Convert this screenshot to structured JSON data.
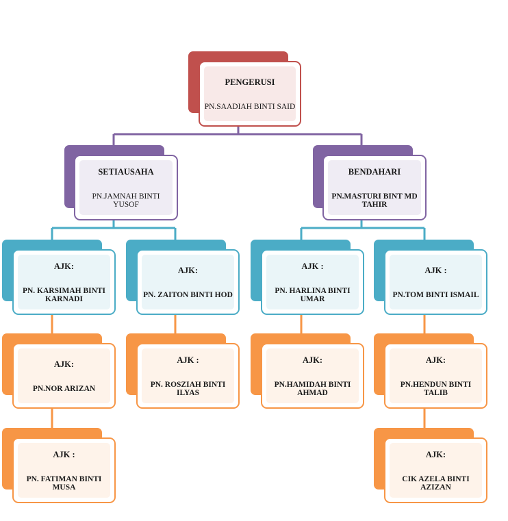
{
  "chair": {
    "role": "PENGERUSI",
    "person": "PN.SAADIAH BINTI SAID"
  },
  "secretary": {
    "role": "SETIAUSAHA",
    "person": "PN.JAMNAH BINTI YUSOF"
  },
  "treasurer": {
    "role": "BENDAHARI",
    "person": "PN.MASTURI BINT MD TAHIR"
  },
  "committee": [
    {
      "role": "AJK:",
      "person": "PN. KARSIMAH BINTI KARNADI"
    },
    {
      "role": "AJK:",
      "person": "PN. ZAITON BINTI HOD"
    },
    {
      "role": "AJK :",
      "person": "PN. HARLINA BINTI UMAR"
    },
    {
      "role": "AJK :",
      "person": "PN.TOM BINTI ISMAIL"
    },
    {
      "role": "AJK:",
      "person": "PN.NOR ARIZAN"
    },
    {
      "role": "AJK  :",
      "person": "PN. ROSZIAH BINTI ILYAS"
    },
    {
      "role": "AJK:",
      "person": "PN.HAMIDAH BINTI AHMAD"
    },
    {
      "role": "AJK:",
      "person": "PN.HENDUN BINTI TALIB"
    },
    {
      "role": "AJK :",
      "person": "PN. FATIMAN BINTI MUSA"
    },
    {
      "role": "AJK:",
      "person": "CIK AZELA BINTI AZIZAN"
    }
  ],
  "colors": {
    "chair": "#c0504d",
    "officers": "#8064a2",
    "committee_row1": "#4bacc6",
    "committee_lower": "#f79646"
  }
}
